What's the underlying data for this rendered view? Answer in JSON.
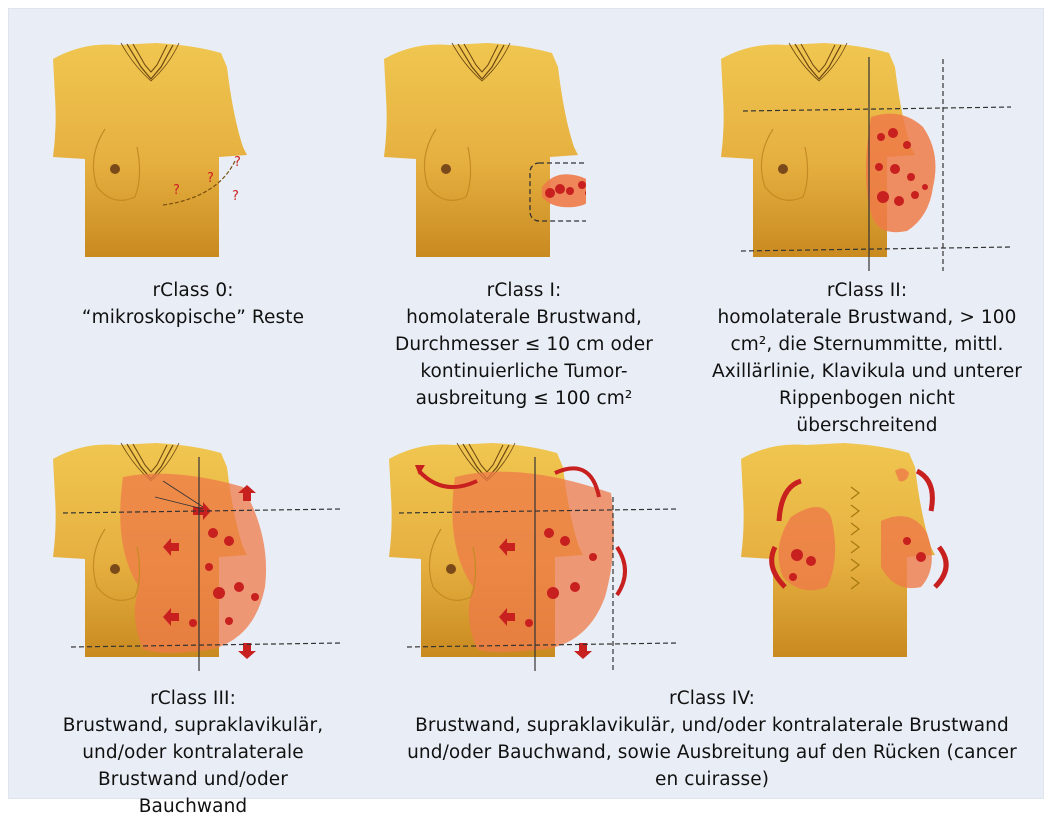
{
  "colors": {
    "background": "#e9eef6",
    "skin_light": "#eec14a",
    "skin_dark": "#c98a20",
    "tumor": "#e8683c",
    "tumor_dark": "#c81f1f"
  },
  "panels": [
    {
      "id": "rclass-0",
      "lines": [
        "rClass 0:",
        "“mikroskopische” Reste"
      ],
      "marks": [
        "?",
        "?",
        "?",
        "?"
      ]
    },
    {
      "id": "rclass-1",
      "lines": [
        "rClass I:",
        "homolaterale Brustwand,",
        "Durchmesser ≤ 10 cm oder",
        "kontinuierliche Tumor-",
        "ausbreitung ≤ 100 cm²"
      ]
    },
    {
      "id": "rclass-2",
      "lines": [
        "rClass II:",
        "homolaterale Brustwand, > 100",
        "cm², die Sternummitte,  mittl.",
        "Axillärlinie, Klavikula und unterer",
        "Rippenbogen nicht",
        "überschreitend"
      ]
    },
    {
      "id": "rclass-3",
      "lines": [
        "rClass III:",
        "Brustwand, supraklavikulär,",
        "und/oder kontralaterale",
        "Brustwand und/oder Bauchwand"
      ]
    },
    {
      "id": "rclass-4",
      "lines": [
        "rClass IV:",
        "Brustwand, supraklavikulär, und/oder kontralaterale Brustwand",
        "und/oder Bauchwand, sowie Ausbreitung auf den Rücken (cancer",
        "en cuirasse)"
      ]
    }
  ]
}
